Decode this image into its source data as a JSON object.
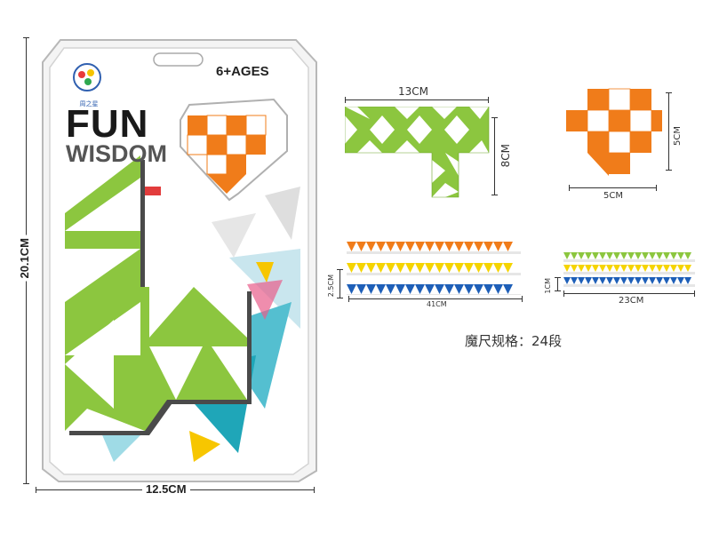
{
  "package": {
    "brand_text": "周之星",
    "age_label": "6+AGES",
    "title_line1": "FUN",
    "title_line2": "WISDOM",
    "height_label": "20.1CM",
    "width_label": "12.5CM"
  },
  "diagrams": {
    "shape_t": {
      "width_label": "13CM",
      "height_label": "8CM"
    },
    "shape_heart": {
      "width_label": "5CM",
      "height_label": "5CM"
    },
    "strip_long": {
      "length_label": "41CM",
      "height_label": "2.5CM"
    },
    "strip_short": {
      "length_label": "23CM",
      "height_label": "1CM"
    }
  },
  "spec": {
    "text": "魔尺规格：24段"
  },
  "colors": {
    "green": "#8cc63f",
    "orange": "#f07c1a",
    "yellow": "#f5d400",
    "blue": "#1e5fb8",
    "board": "#5a5a5a"
  }
}
